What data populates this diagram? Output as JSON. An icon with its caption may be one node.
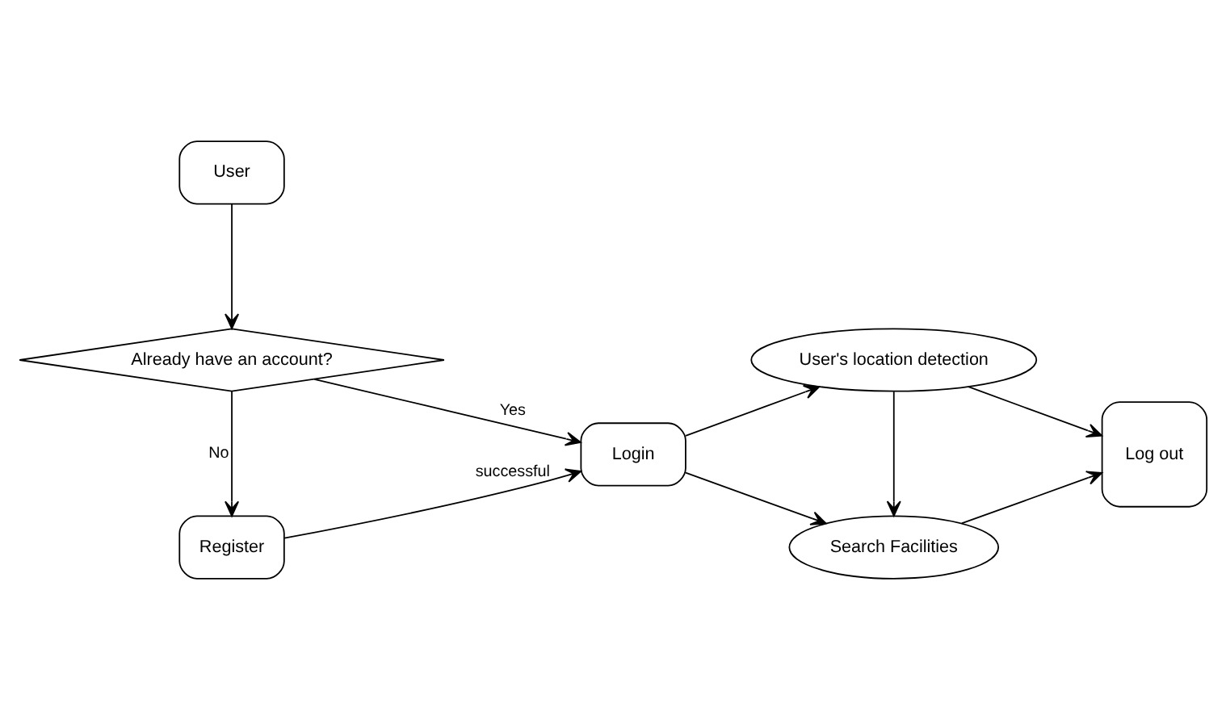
{
  "diagram": {
    "nodes": [
      {
        "text": [
          "User"
        ]
      },
      {
        "text": [
          "Already have an account?"
        ]
      },
      {
        "text": [
          "Login"
        ]
      },
      {
        "text": [
          "Register"
        ]
      },
      {
        "text": [
          "User's location detection"
        ]
      },
      {
        "text": [
          "Search Facilities"
        ]
      },
      {
        "text": [
          "Log out"
        ]
      }
    ],
    "edges": [
      {
        "from": 0,
        "to": 1,
        "arrow": "to"
      },
      {
        "from": 1,
        "to": 2,
        "arrow": "to",
        "label": "Yes"
      },
      {
        "from": 1,
        "to": 3,
        "arrow": "to",
        "label": "No"
      },
      {
        "from": 3,
        "to": 2,
        "arrow": "to",
        "label": "successful"
      },
      {
        "from": 2,
        "to": 4,
        "arrow": "to"
      },
      {
        "from": 2,
        "to": 5,
        "arrow": "to"
      },
      {
        "from": 4,
        "to": 5,
        "arrow": "to"
      },
      {
        "from": 4,
        "to": 6,
        "arrow": "to"
      },
      {
        "from": 5,
        "to": 6,
        "arrow": "to"
      }
    ]
  }
}
